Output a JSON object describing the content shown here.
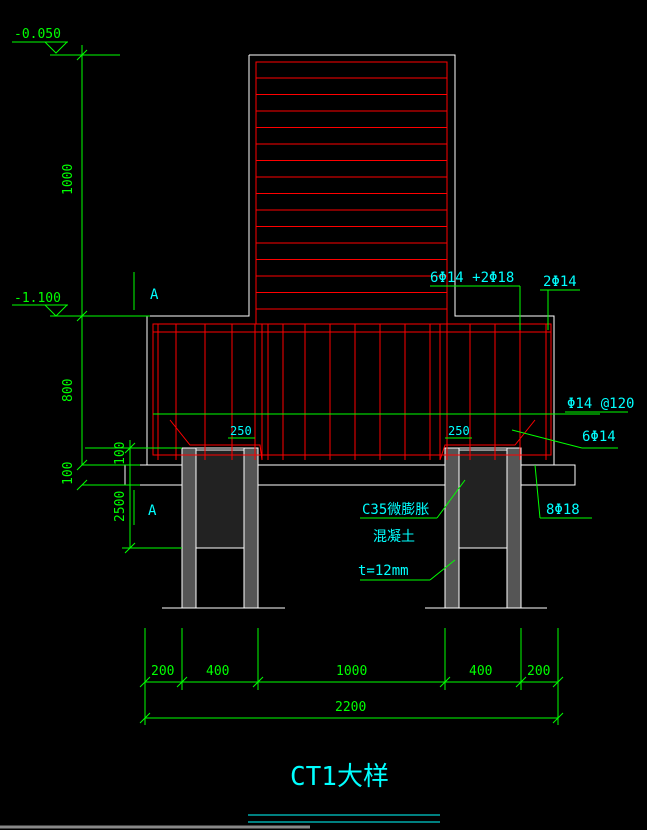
{
  "title": "CT1大样",
  "colors": {
    "background": "#000000",
    "dimension": "#00ff00",
    "text": "#00ffff",
    "rebar": "#ff0000",
    "outline": "#ffffff",
    "concrete": "#ffffff"
  },
  "elevations": {
    "top": "-0.050",
    "mid": "-1.100"
  },
  "vertical_dims": {
    "d1": "1000",
    "d2": "800",
    "d3": "100",
    "d4": "100",
    "d5": "2500"
  },
  "horizontal_dims": {
    "h1": "200",
    "h2": "400",
    "h3": "1000",
    "h4": "400",
    "h5": "200",
    "total": "2200"
  },
  "section_marks": {
    "upper": "A",
    "lower": "A"
  },
  "annotations": {
    "top_rebar": "6Φ14 +2Φ18",
    "side_rebar": "2Φ14",
    "stirrup": "Φ14 @120",
    "bottom_rebar": "6Φ14",
    "pile_rebar": "8Φ18",
    "dim_250_left": "250",
    "dim_250_right": "250",
    "concrete_line1": "C35微膨胀",
    "concrete_line2": "混凝土",
    "thickness": "t=12mm"
  }
}
